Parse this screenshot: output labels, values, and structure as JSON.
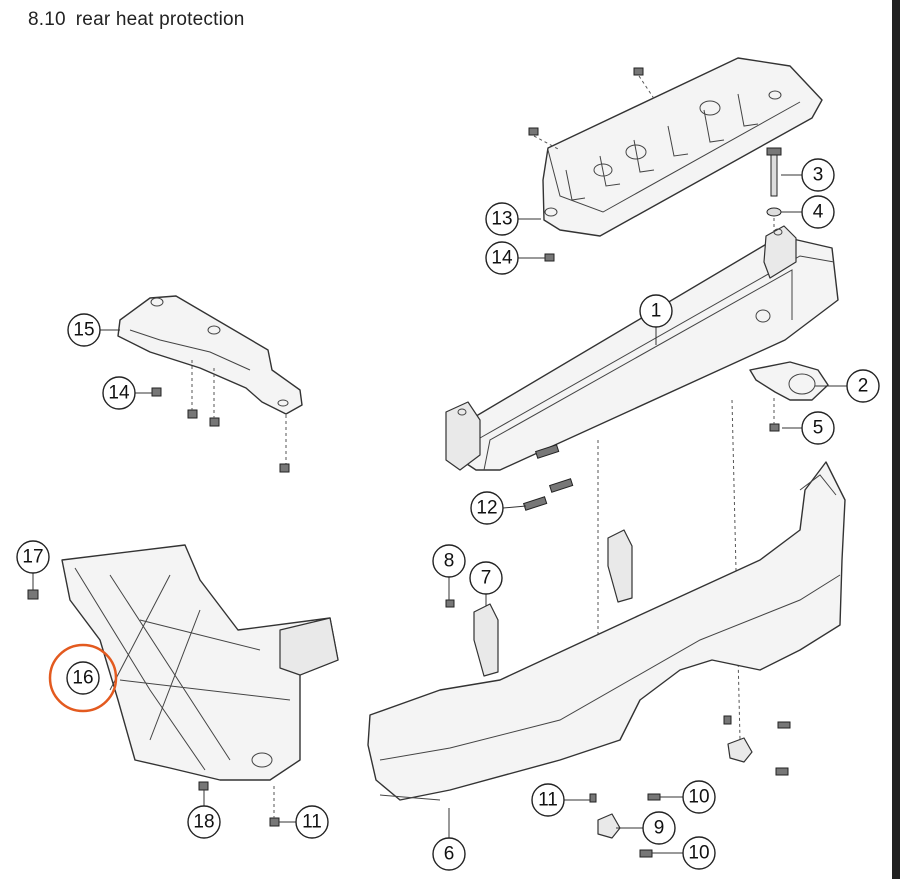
{
  "header": {
    "section_number": "8.10",
    "section_title": "rear heat protection"
  },
  "colors": {
    "highlight": "#e35a1f",
    "line": "#333333",
    "part_fill": "#f4f4f4"
  },
  "highlighted_part": "16",
  "callouts": {
    "c1": "1",
    "c2": "2",
    "c3": "3",
    "c4": "4",
    "c5": "5",
    "c6": "6",
    "c7": "7",
    "c8": "8",
    "c9": "9",
    "c10a": "10",
    "c10b": "10",
    "c11a": "11",
    "c11b": "11",
    "c12": "12",
    "c13": "13",
    "c14a": "14",
    "c14b": "14",
    "c15": "15",
    "c16": "16",
    "c17": "17",
    "c18": "18"
  }
}
